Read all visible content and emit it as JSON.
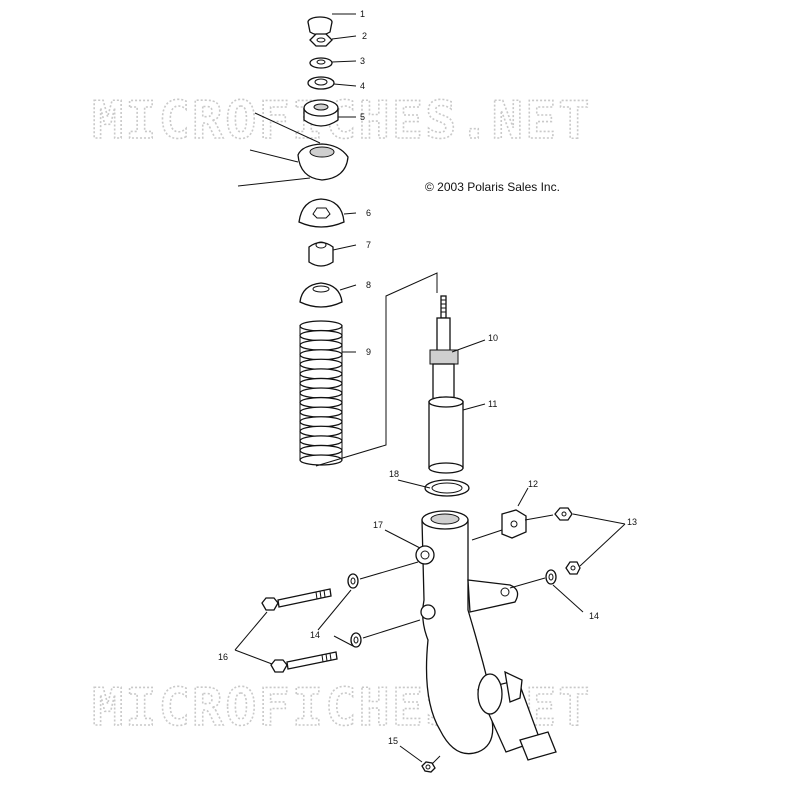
{
  "copyright": "© 2003 Polaris Sales Inc.",
  "watermark": "MICROFICHES.NET",
  "callouts": {
    "c1": "1",
    "c2": "2",
    "c3": "3",
    "c4": "4",
    "c5": "5",
    "c6": "6",
    "c7": "7",
    "c8": "8",
    "c9": "9",
    "c10": "10",
    "c11": "11",
    "c12": "12",
    "c13": "13",
    "c14a": "14",
    "c14b": "14",
    "c15": "15",
    "c16": "16",
    "c17": "17",
    "c18": "18"
  },
  "colors": {
    "line": "#111111",
    "watermark": "#c9c9c9",
    "background": "#ffffff"
  }
}
